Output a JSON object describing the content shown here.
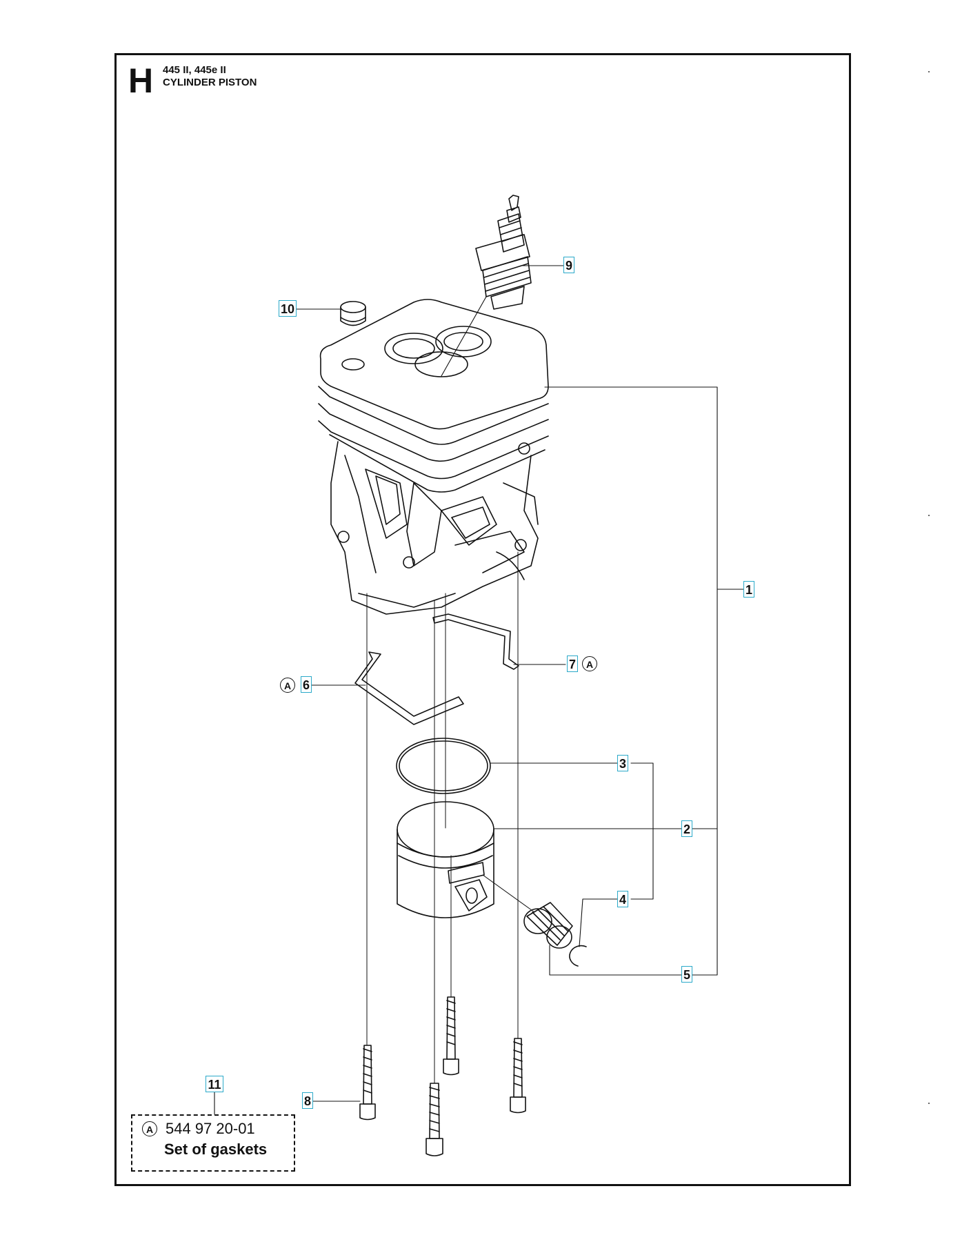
{
  "header": {
    "section_letter": "H",
    "model": "445 II, 445e II",
    "title": "CYLINDER PISTON"
  },
  "callouts": [
    {
      "id": "1",
      "label": "1"
    },
    {
      "id": "2",
      "label": "2"
    },
    {
      "id": "3",
      "label": "3"
    },
    {
      "id": "4",
      "label": "4"
    },
    {
      "id": "5",
      "label": "5"
    },
    {
      "id": "6",
      "label": "6"
    },
    {
      "id": "7",
      "label": "7"
    },
    {
      "id": "8",
      "label": "8"
    },
    {
      "id": "9",
      "label": "9"
    },
    {
      "id": "10",
      "label": "10"
    },
    {
      "id": "11",
      "label": "11"
    }
  ],
  "ref_marker": "A",
  "kit": {
    "ref": "A",
    "part_number": "544 97 20-01",
    "description": "Set of gaskets"
  },
  "colors": {
    "line": "#111111",
    "callout_border": "#2aa9c9"
  }
}
